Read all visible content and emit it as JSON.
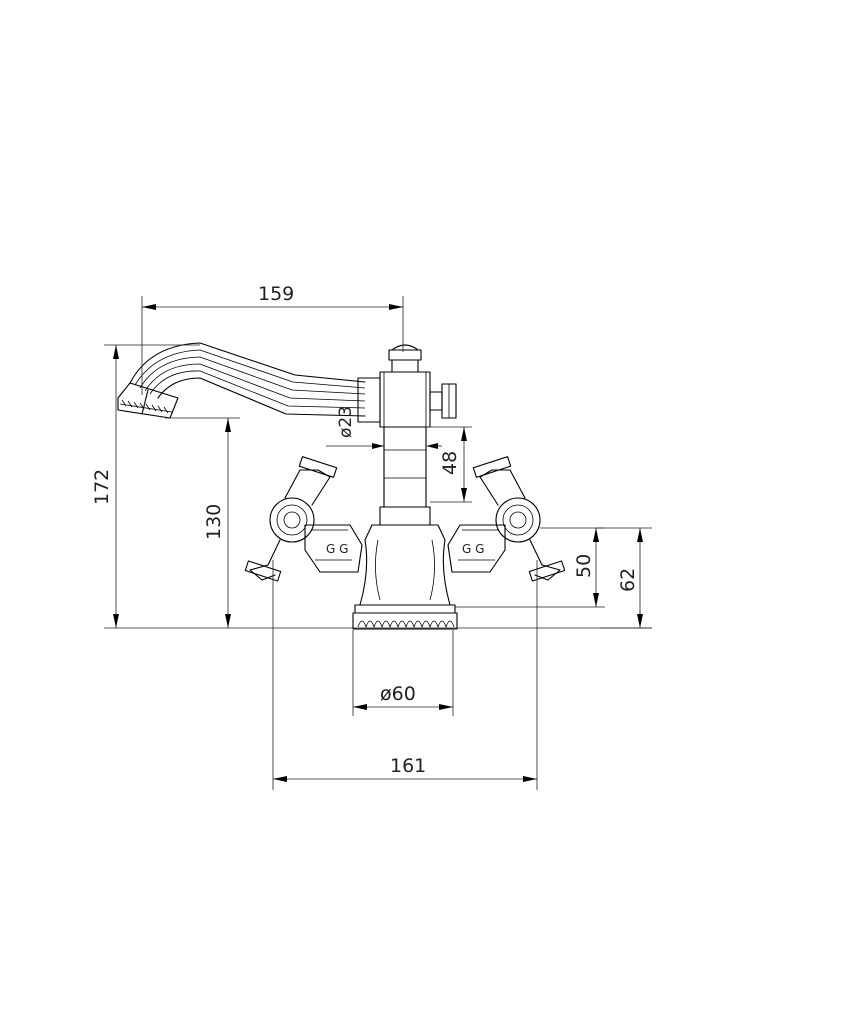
{
  "dimensions": {
    "spout_reach": "159",
    "total_height": "172",
    "spout_height": "130",
    "stem_diameter": "ø23",
    "stem_length": "48",
    "handle_height": "50",
    "base_to_handle": "62",
    "base_diameter": "ø60",
    "overall_width": "161"
  },
  "colors": {
    "line": "#000000",
    "background": "#ffffff"
  }
}
